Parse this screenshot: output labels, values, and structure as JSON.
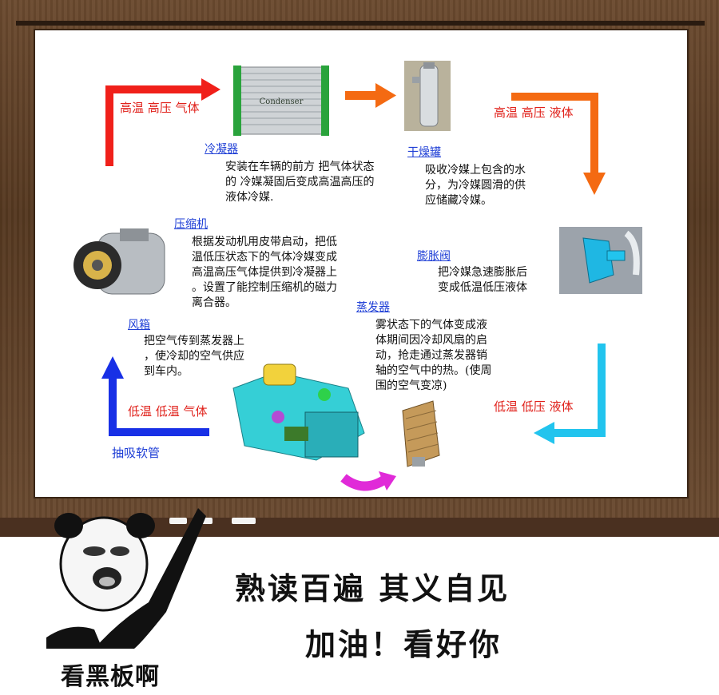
{
  "condenser": {
    "label": "冷凝器",
    "plate": "Condenser",
    "desc": [
      "安装在车辆的前方 把气体状态",
      "的 冷媒凝固后变成高温高压的",
      "液体冷媒."
    ]
  },
  "dryer": {
    "label": "干燥罐",
    "desc": [
      "吸收冷媒上包含的水",
      "分，为冷媒圆滑的供",
      "应储藏冷媒。"
    ]
  },
  "compressor": {
    "label": "压缩机",
    "desc": [
      "根据发动机用皮带启动，把低",
      "温低压状态下的气体冷媒变成",
      "高温高压气体提供到冷凝器上",
      "。设置了能控制压缩机的磁力",
      "离合器。"
    ]
  },
  "expansion": {
    "label": "膨胀阀",
    "desc": [
      "把冷媒急速膨胀后",
      "变成低温低压液体"
    ]
  },
  "evaporator": {
    "label": "蒸发器",
    "desc": [
      "雾状态下的气体变成液",
      "体期间因冷却风扇的启",
      "动，抢走通过蒸发器销",
      "轴的空气中的热。(使周",
      "围的空气变凉)"
    ]
  },
  "blower": {
    "label": "风箱",
    "desc": [
      "把空气传到蒸发器上",
      "，使冷却的空气供应",
      "到车内。"
    ]
  },
  "flow": {
    "hot_gas": "高温 高压 气体",
    "hot_liquid": "高温 高压 液体",
    "cold_liquid": "低温 低压 液体",
    "cold_gas": "低温 低温 气体",
    "suction_hose": "抽吸软管"
  },
  "meme": {
    "caption": "看黑板啊",
    "line1": "熟读百遍 其义自见",
    "line2": "加油！看好你"
  },
  "colors": {
    "red_arrow": "#f0201a",
    "orange_arrow": "#f46a12",
    "cyan_arrow": "#22c4ee",
    "blue_arrow": "#1830e6",
    "magenta_arrow": "#e02ad8",
    "frame": "#5a3b22"
  }
}
